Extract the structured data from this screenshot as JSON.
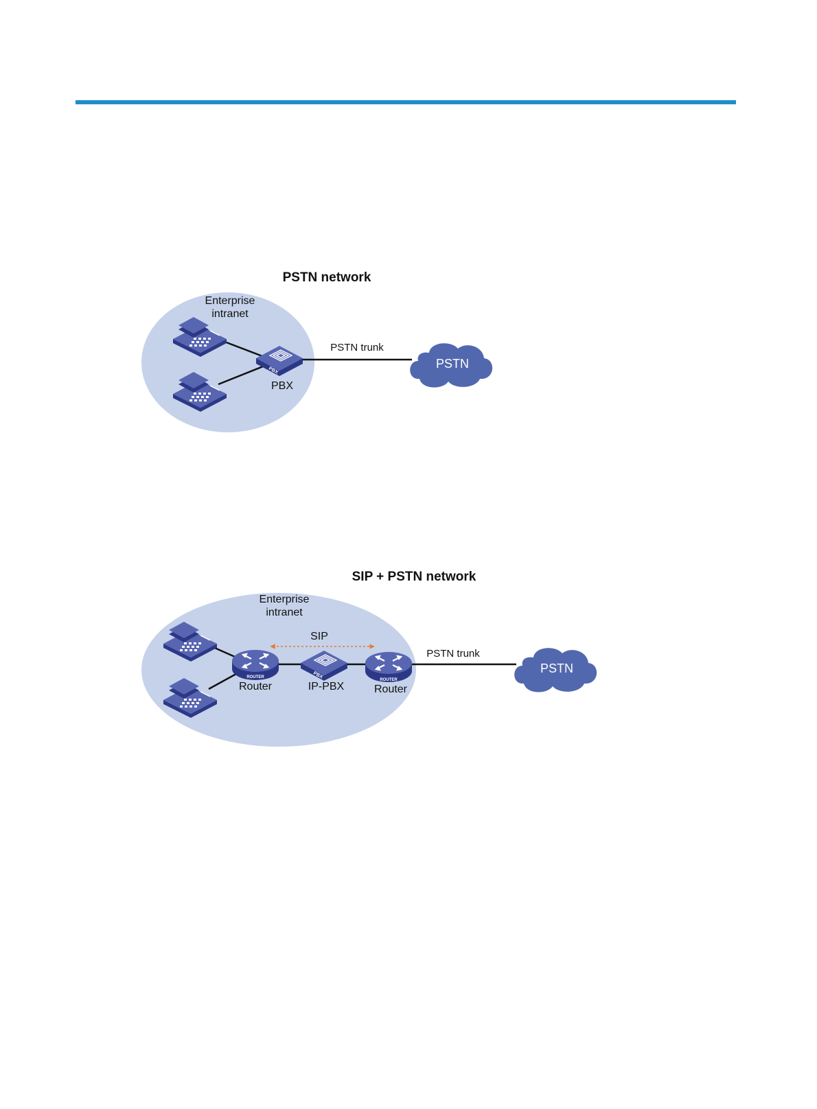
{
  "colors": {
    "rule": "#1f8ec9",
    "zone": "#c5d2ea",
    "cloud": "#5268ae",
    "device_top": "#5866b2",
    "device_side": "#2c3887",
    "link": "#111111",
    "sip_arrow": "#e8792f",
    "cloud_text": "#ffffff",
    "text": "#111111"
  },
  "diagram1": {
    "title": "PSTN network",
    "zone_label_line1": "Enterprise",
    "zone_label_line2": "intranet",
    "pbx_device": "PBX",
    "pbx_label": "PBX",
    "trunk_label": "PSTN trunk",
    "cloud_label": "PSTN"
  },
  "diagram2": {
    "title": "SIP + PSTN network",
    "zone_label_line1": "Enterprise",
    "zone_label_line2": "intranet",
    "sip_label": "SIP",
    "router_device": "ROUTER",
    "router1_label": "Router",
    "ippbx_device": "PBX",
    "ippbx_label": "IP-PBX",
    "router2_label": "Router",
    "trunk_label": "PSTN trunk",
    "cloud_label": "PSTN"
  },
  "icons": {
    "phone": "phone-icon",
    "pbx": "pbx-icon",
    "router": "router-icon",
    "cloud": "cloud-icon"
  }
}
